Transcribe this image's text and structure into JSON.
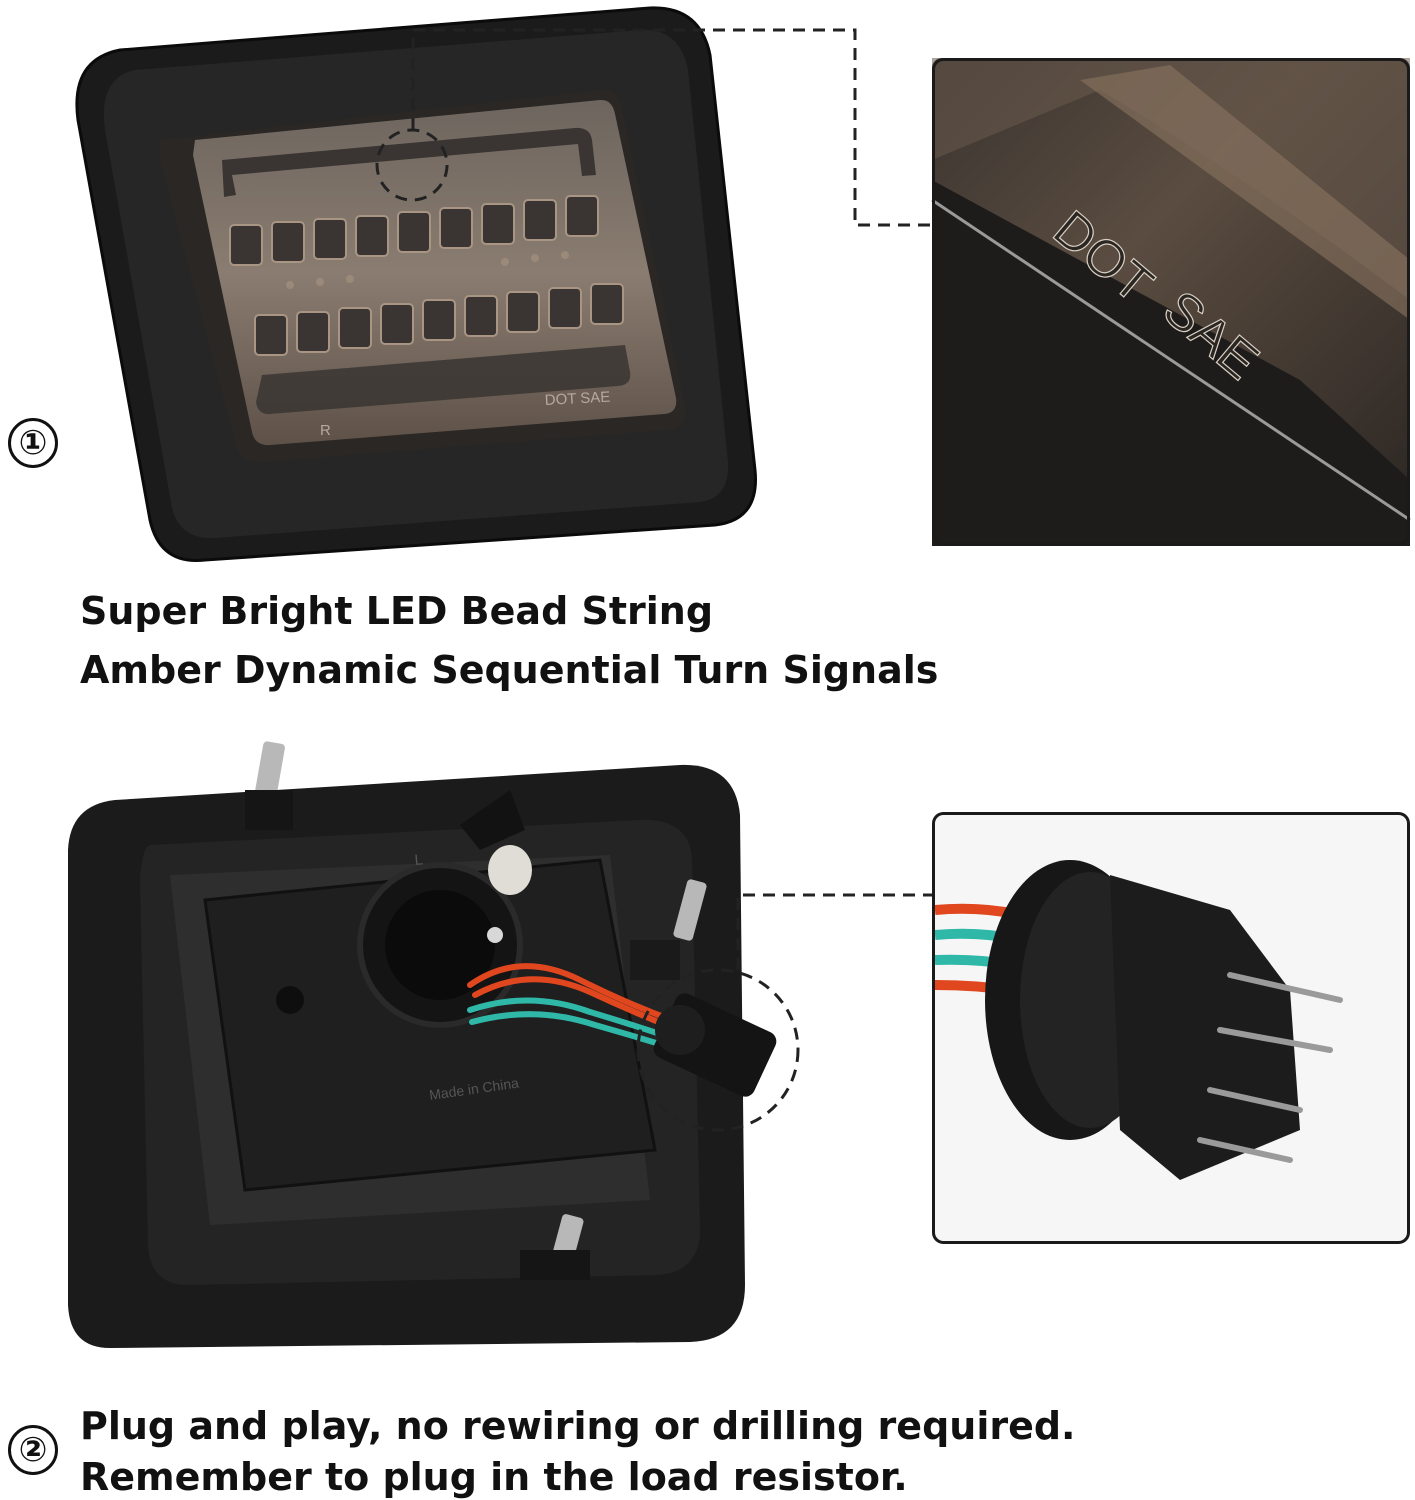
{
  "section1": {
    "badge": "①",
    "lens_marks": {
      "r": "R",
      "dot_sae": "DOT  SAE"
    },
    "zoom_text": {
      "dot": "DOT",
      "sae": "SAE"
    },
    "caption_line1": "Super Bright LED Bead String",
    "caption_line2": "Amber Dynamic Sequential Turn Signals"
  },
  "section2": {
    "badge": "②",
    "housing_marks": {
      "made_in": "Made in China",
      "side": "L"
    },
    "caption_line1": "Plug and play, no rewiring or drilling required.",
    "caption_line2": " Remember to plug in the load resistor."
  },
  "colors": {
    "housing": "#1b1b1b",
    "lens_amber": "#8a7a6a",
    "wire_red": "#e0471f",
    "wire_teal": "#2fb8a8",
    "dash": "#222222"
  }
}
